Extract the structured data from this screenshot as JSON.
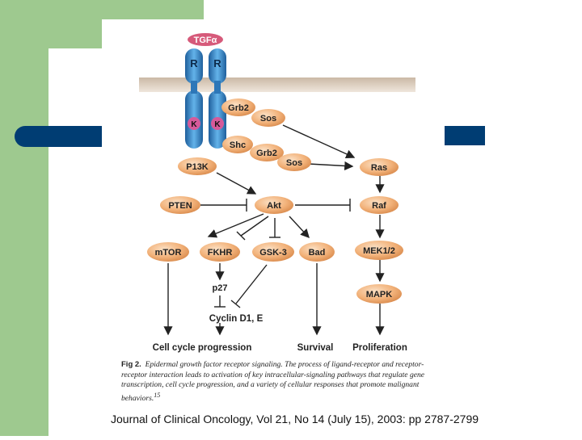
{
  "diagram": {
    "ligand": "TGFα",
    "receptor_labels": [
      "R",
      "R"
    ],
    "kinase_labels": [
      "K",
      "K"
    ],
    "nodes": {
      "grb2_top": "Grb2",
      "sos_top": "Sos",
      "shc": "Shc",
      "grb2_mid": "Grb2",
      "sos_mid": "Sos",
      "p13k": "P13K",
      "ras": "Ras",
      "pten": "PTEN",
      "akt": "Akt",
      "raf": "Raf",
      "mtor": "mTOR",
      "fkhr": "FKHR",
      "gsk3": "GSK-3",
      "bad": "Bad",
      "mek": "MEK1/2",
      "p27": "p27",
      "mapk": "MAPK",
      "cyclin": "Cyclin D1, E"
    },
    "outcomes": {
      "cell_cycle": "Cell cycle progression",
      "survival": "Survival",
      "proliferation": "Proliferation"
    }
  },
  "caption": {
    "label": "Fig 2.",
    "text": "Epidermal growth factor receptor signaling. The process of ligand-receptor and receptor-receptor interaction leads to activation of key intracellular-signaling pathways that regulate gene transcription, cell cycle progression, and a variety of cellular responses that promote malignant behaviors.",
    "ref": "15"
  },
  "citation": "Journal of Clinical Oncology, Vol 21, No 14 (July 15), 2003: pp 2787-2799",
  "colors": {
    "accent_green": "#9ec98f",
    "navy": "#003d73",
    "node_orange": "#f2b27a",
    "receptor_blue": "#3b8fd0",
    "ligand_pink": "#d65a7a"
  }
}
